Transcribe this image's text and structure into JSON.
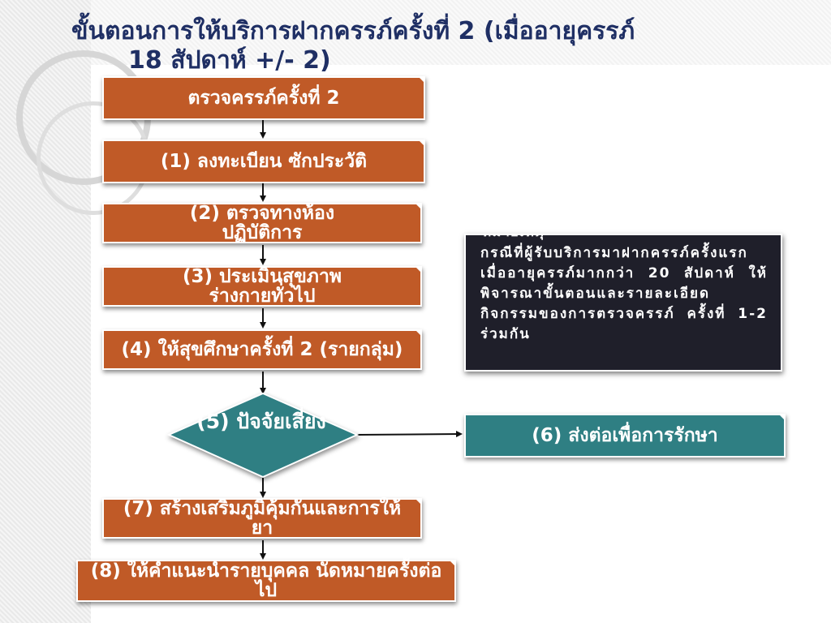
{
  "title": {
    "line1": "ขั้นตอนการให้บริการฝากครรภ์ครั้งที่ 2 (เมื่ออายุครรภ์",
    "line2": "18 สัปดาห์ +/- 2)"
  },
  "steps": {
    "start": "ตรวจครรภ์ครั้งที่ 2",
    "s1": "(1) ลงทะเบียน ซักประวัติ",
    "s2": "(2) ตรวจทางห้องปฏิบัติการ",
    "s3": "(3) ประเมินสุขภาพร่างกายทั่วไป",
    "s4": "(4) ให้สุขศึกษาครั้งที่ 2 (รายกลุ่ม)",
    "s5": "(5) ปัจจัยเสี่ยง",
    "s6": "(6) ส่งต่อเพื่อการรักษา",
    "s7": "(7) สร้างเสริมภูมิคุ้มกันและการให้ยา",
    "s8": "(8) ให้คำแนะนำรายบุคคล นัดหมายครั้งต่อไป"
  },
  "note": {
    "title": "หมายเหตุ",
    "body": "กรณีที่ผู้รับบริการมาฝากครรภ์ครั้งแรกเมื่ออายุครรภ์มากกว่า 20 สัปดาห์ ให้พิจารณาขั้นตอนและรายละเอียดกิจกรรมของการตรวจครรภ์ ครั้งที่ 1-2 ร่วมกัน"
  },
  "colors": {
    "step_fill": "#c05a27",
    "decision_fill": "#2f7f83",
    "note_fill": "#1f1f2a",
    "title_color": "#1f2f64"
  }
}
